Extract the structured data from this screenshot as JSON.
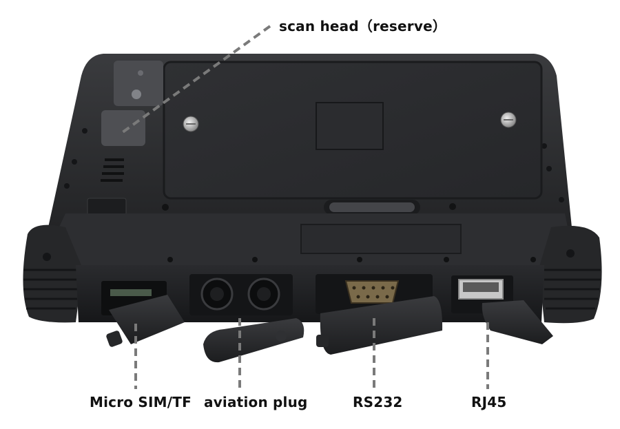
{
  "product": "rugged tablet bottom edge with port covers",
  "colors": {
    "body": "#2a2b2d",
    "body_dark": "#1b1c1e",
    "bumper": "#232426",
    "leader_line": "#7a7a7a",
    "label_text": "#111111",
    "background": "#ffffff"
  },
  "callouts": {
    "scan_head": "scan head（reserve）",
    "micro_sim_tf": "Micro SIM/TF",
    "aviation_plug": "aviation plug",
    "rs232": "RS232",
    "rj45": "RJ45"
  }
}
